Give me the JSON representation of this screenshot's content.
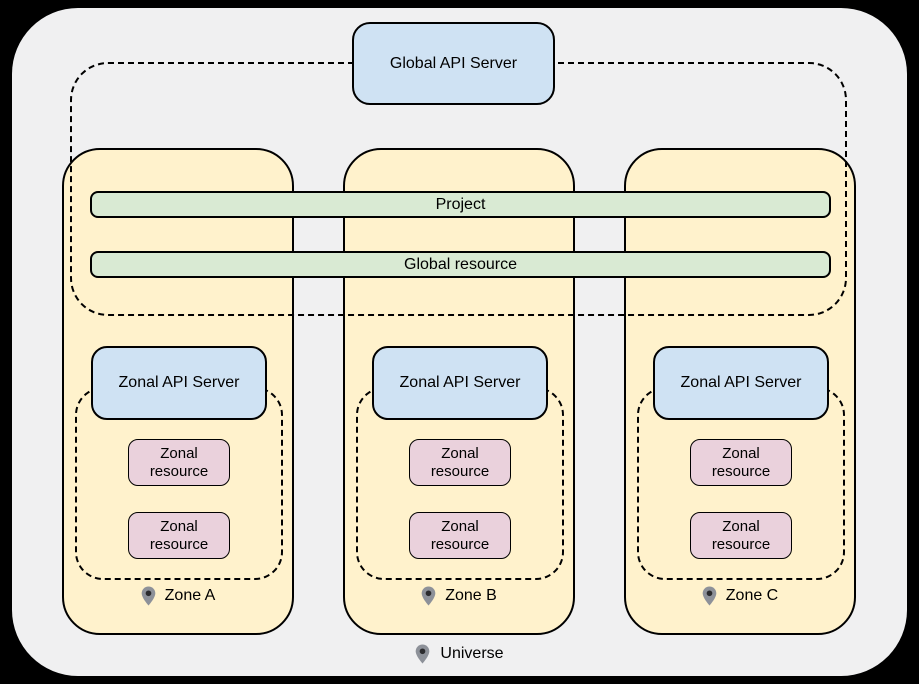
{
  "global_api_server": {
    "label": "Global API Server"
  },
  "bars": {
    "project": "Project",
    "global_resource": "Global resource"
  },
  "zones": [
    {
      "label": "Zone A",
      "api_server": "Zonal API Server",
      "resources": [
        "Zonal resource",
        "Zonal resource"
      ]
    },
    {
      "label": "Zone B",
      "api_server": "Zonal API Server",
      "resources": [
        "Zonal resource",
        "Zonal resource"
      ]
    },
    {
      "label": "Zone C",
      "api_server": "Zonal API Server",
      "resources": [
        "Zonal resource",
        "Zonal resource"
      ]
    }
  ],
  "universe": {
    "label": "Universe"
  },
  "icons": {
    "zone_marker": "location-pin",
    "universe_marker": "location-pin"
  },
  "colors": {
    "page_background": "#000000",
    "universe_background": "#f0f0f1",
    "zone_fill": "#fff2cc",
    "api_server_fill": "#cfe2f3",
    "resource_fill": "#ead1dc",
    "bar_fill": "#d9ead3",
    "border": "#000000",
    "pin_gray": "#8d9199",
    "pin_dot": "#2b2b2e"
  }
}
